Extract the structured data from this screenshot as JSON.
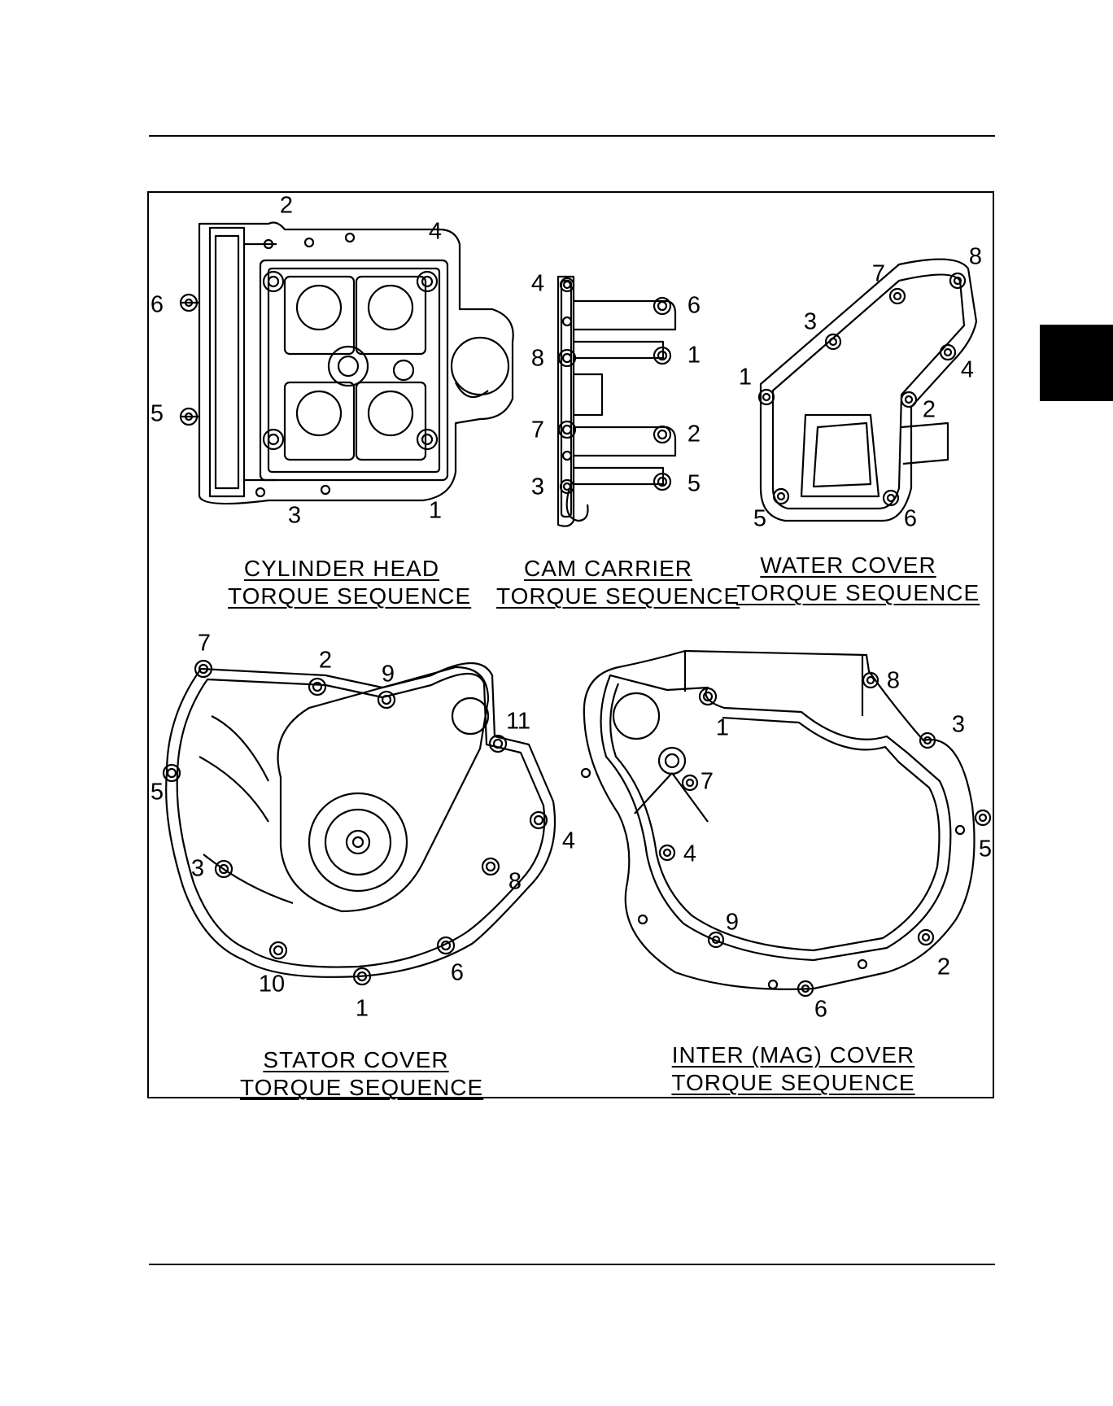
{
  "figures": [
    {
      "id": "cylinder_head",
      "caption": [
        "CYLINDER HEAD",
        "TORQUE SEQUENCE"
      ],
      "labels": [
        "1",
        "2",
        "3",
        "4",
        "5",
        "6"
      ]
    },
    {
      "id": "cam_carrier",
      "caption": [
        "CAM CARRIER",
        "TORQUE SEQUENCE"
      ],
      "labels": [
        "1",
        "2",
        "3",
        "4",
        "5",
        "6",
        "7",
        "8"
      ]
    },
    {
      "id": "water_cover",
      "caption": [
        "WATER COVER",
        "TORQUE SEQUENCE"
      ],
      "labels": [
        "1",
        "2",
        "3",
        "4",
        "5",
        "6",
        "7",
        "8"
      ]
    },
    {
      "id": "stator_cover",
      "caption": [
        "STATOR COVER",
        "TORQUE SEQUENCE"
      ],
      "labels": [
        "1",
        "2",
        "3",
        "4",
        "5",
        "6",
        "7",
        "8",
        "9",
        "10",
        "11"
      ]
    },
    {
      "id": "inter_mag_cover",
      "caption": [
        "INTER (MAG) COVER",
        "TORQUE SEQUENCE"
      ],
      "labels": [
        "1",
        "2",
        "3",
        "4",
        "5",
        "6",
        "7",
        "8",
        "9"
      ]
    }
  ]
}
